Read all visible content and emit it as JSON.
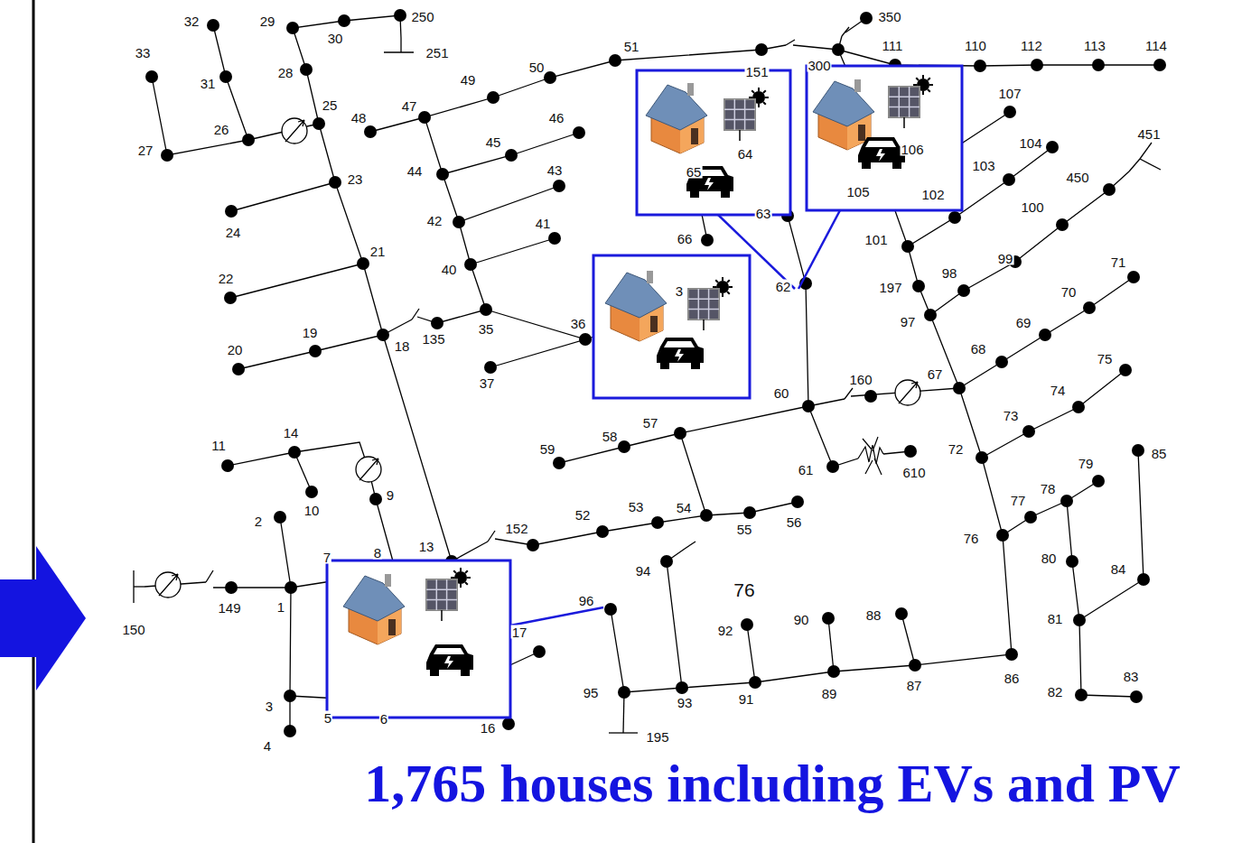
{
  "diagram": {
    "caption": "1,765 houses including EVs and PV",
    "labels": [
      "150",
      "149",
      "1",
      "2",
      "3",
      "4",
      "5",
      "6",
      "7",
      "8",
      "9",
      "10",
      "11",
      "14",
      "13",
      "152",
      "16",
      "17",
      "18",
      "135",
      "35",
      "36",
      "37",
      "19",
      "20",
      "21",
      "22",
      "23",
      "24",
      "25",
      "26",
      "27",
      "28",
      "29",
      "30",
      "250",
      "251",
      "31",
      "32",
      "33",
      "48",
      "47",
      "49",
      "50",
      "51",
      "44",
      "45",
      "46",
      "42",
      "43",
      "40",
      "41",
      "151",
      "300",
      "350",
      "111",
      "110",
      "112",
      "113",
      "114",
      "64",
      "65",
      "66",
      "63",
      "62",
      "60",
      "61",
      "610",
      "160",
      "67",
      "57",
      "58",
      "59",
      "54",
      "53",
      "52",
      "55",
      "56",
      "94",
      "96",
      "95",
      "195",
      "93",
      "92",
      "91",
      "90",
      "89",
      "88",
      "87",
      "86",
      "76",
      "76",
      "72",
      "73",
      "74",
      "75",
      "68",
      "69",
      "70",
      "71",
      "97",
      "98",
      "99",
      "100",
      "450",
      "451",
      "197",
      "101",
      "102",
      "103",
      "104",
      "105",
      "106",
      "107",
      "77",
      "78",
      "79",
      "80",
      "81",
      "82",
      "83",
      "84",
      "85",
      "3"
    ]
  }
}
